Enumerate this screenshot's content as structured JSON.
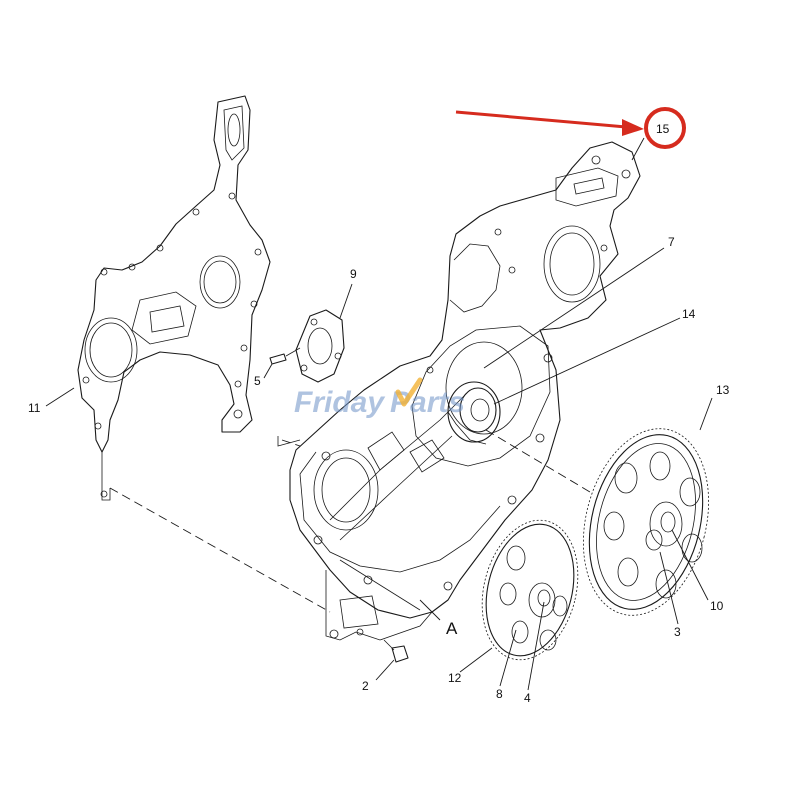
{
  "diagram": {
    "callouts": [
      "2",
      "3",
      "4",
      "5",
      "7",
      "8",
      "9",
      "10",
      "11",
      "12",
      "13",
      "14",
      "15"
    ],
    "view_label": "A",
    "highlight": {
      "callout": "15",
      "color": "#d62b1e"
    }
  },
  "watermark": {
    "text_part_1": "Friday",
    "text_part_2": "Parts",
    "colors": {
      "text": "#6f93c7",
      "tick": "#f2b134"
    }
  }
}
